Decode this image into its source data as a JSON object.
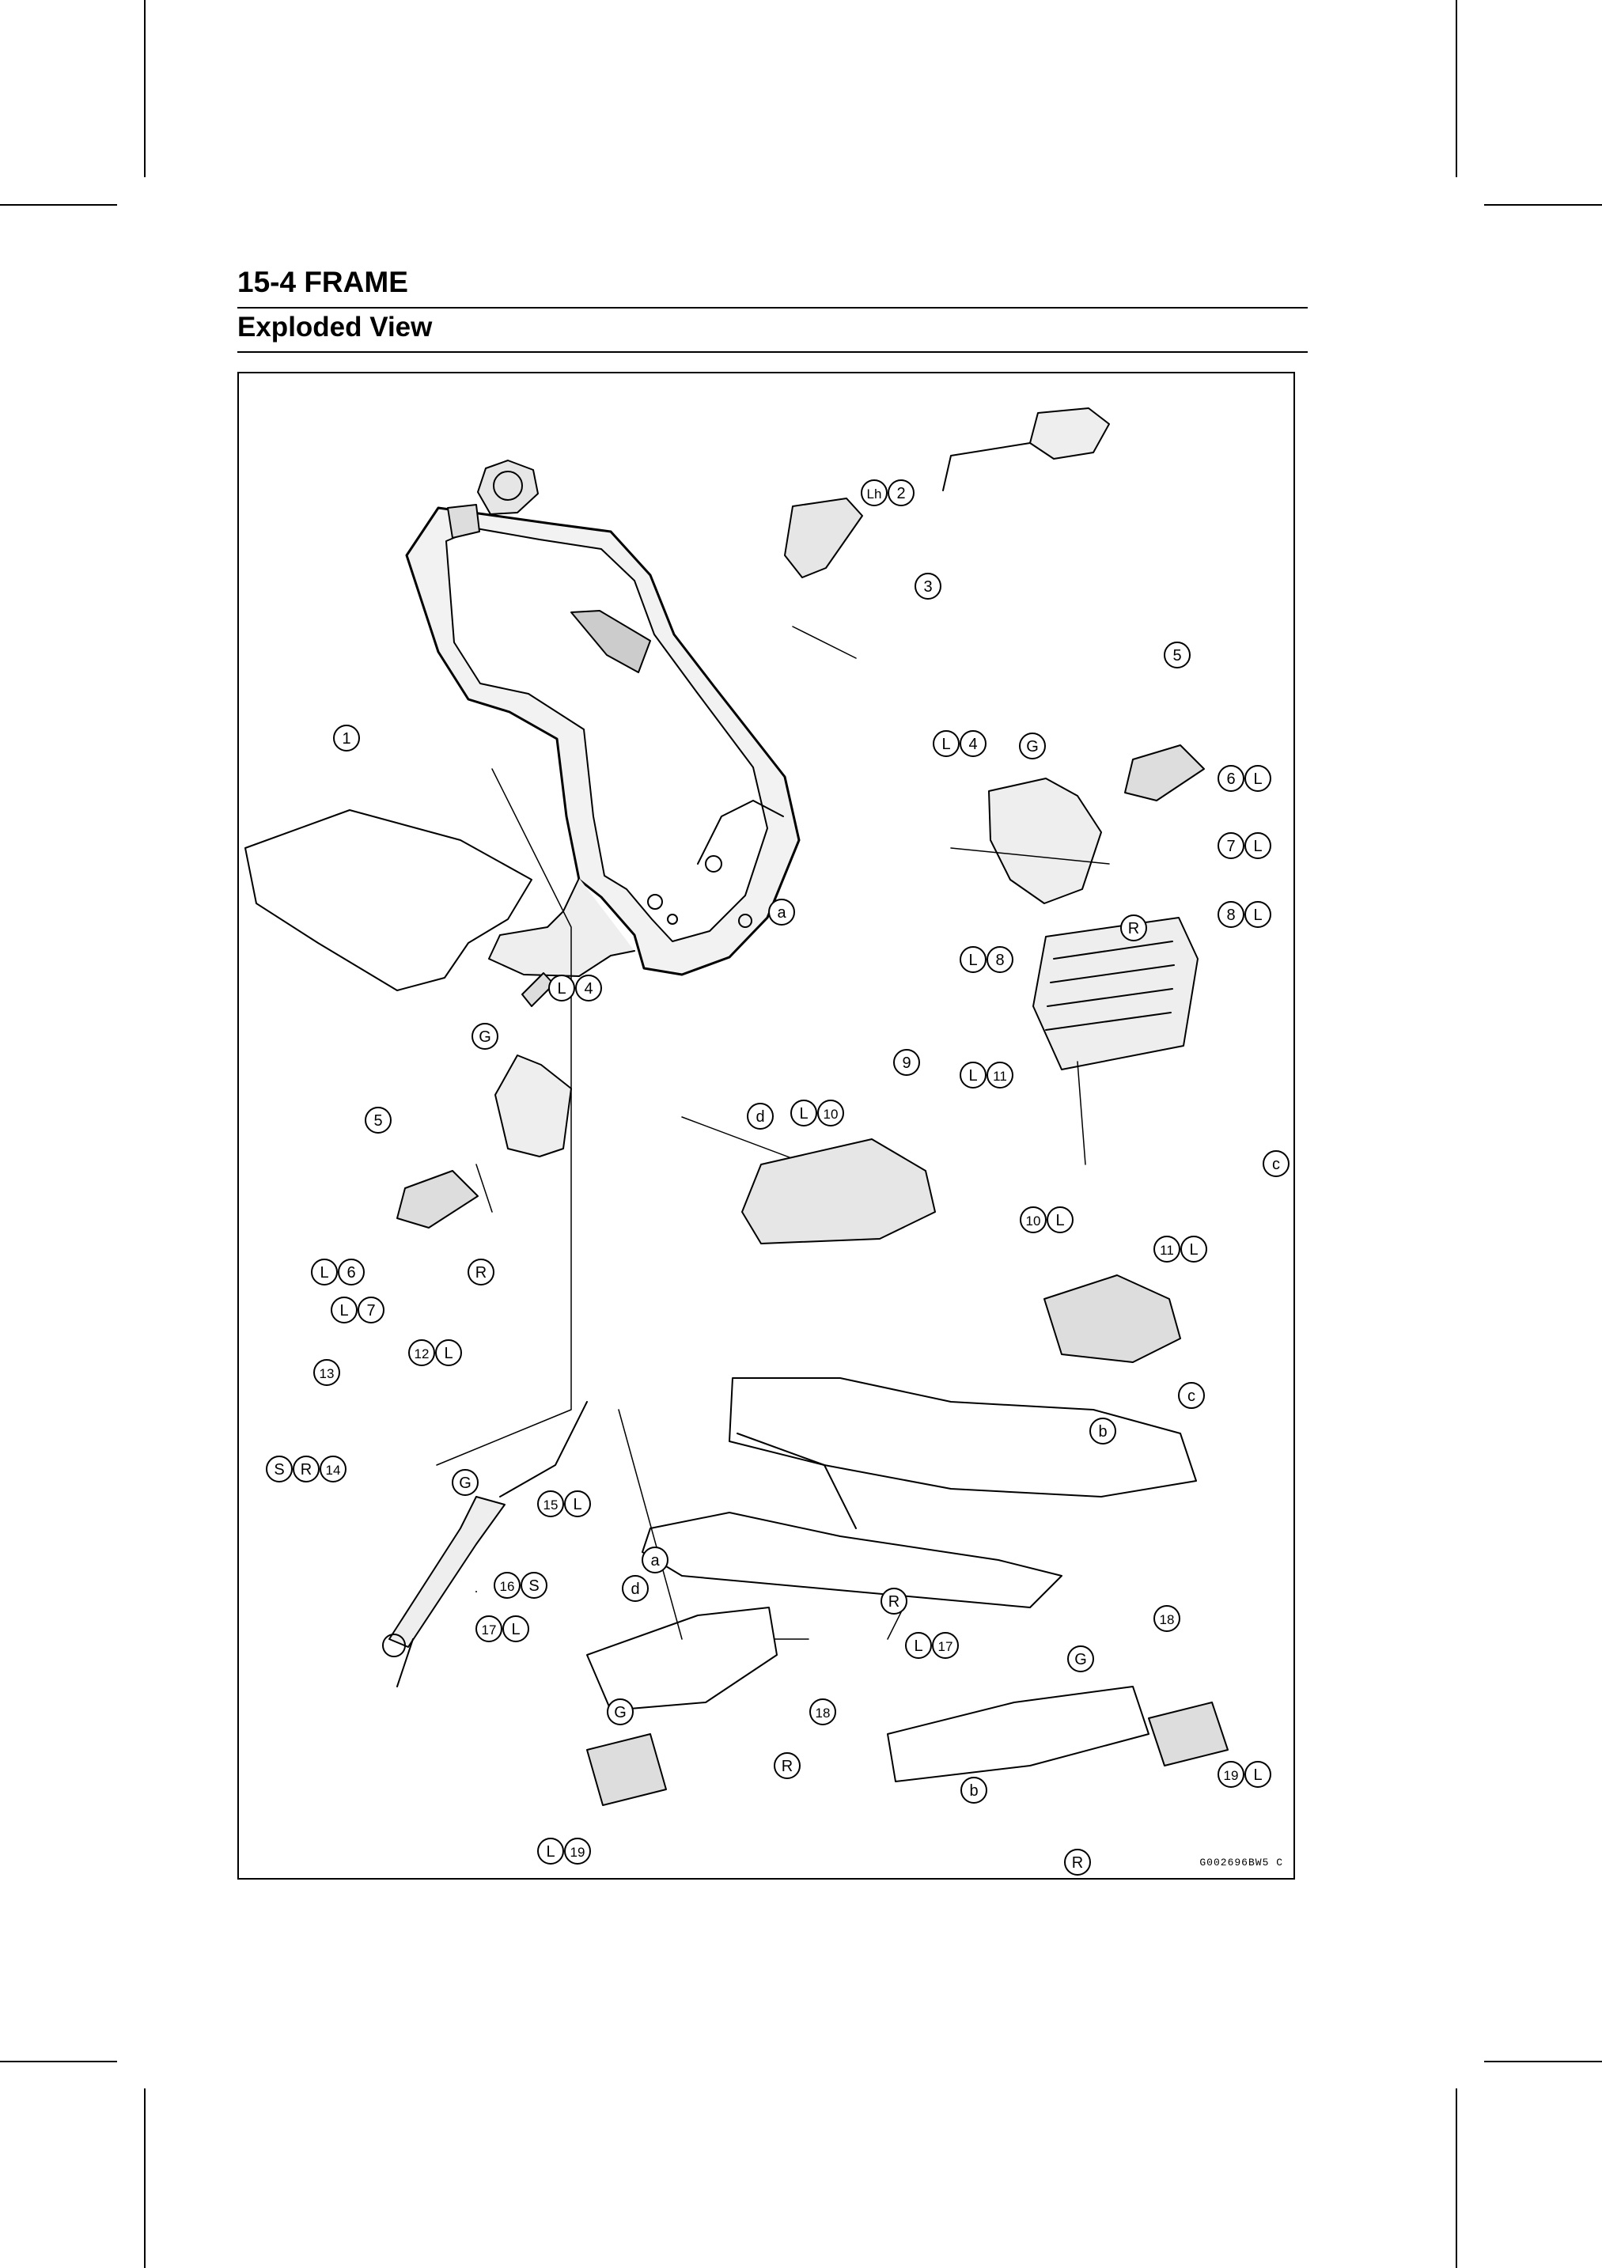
{
  "page": {
    "section_title": "15-4 FRAME",
    "subtitle": "Exploded View"
  },
  "figure": {
    "code": "G002696BW5 C",
    "callouts": [
      {
        "id": "c1",
        "codes": [
          "1"
        ]
      },
      {
        "id": "c2",
        "codes": [
          "Lh",
          "2"
        ]
      },
      {
        "id": "c3",
        "codes": [
          "3"
        ]
      },
      {
        "id": "c4",
        "codes": [
          "5"
        ]
      },
      {
        "id": "c5",
        "codes": [
          "L",
          "4"
        ]
      },
      {
        "id": "c6",
        "codes": [
          "G"
        ]
      },
      {
        "id": "c7",
        "codes": [
          "6",
          "L"
        ]
      },
      {
        "id": "c8",
        "codes": [
          "7",
          "L"
        ]
      },
      {
        "id": "c9",
        "codes": [
          "R"
        ]
      },
      {
        "id": "c10",
        "codes": [
          "8",
          "L"
        ]
      },
      {
        "id": "c11",
        "codes": [
          "L",
          "8"
        ]
      },
      {
        "id": "c12",
        "codes": [
          "a"
        ]
      },
      {
        "id": "c13",
        "codes": [
          "L",
          "4"
        ]
      },
      {
        "id": "c14",
        "codes": [
          "G"
        ]
      },
      {
        "id": "c15",
        "codes": [
          "9"
        ]
      },
      {
        "id": "c16",
        "codes": [
          "d"
        ]
      },
      {
        "id": "c17",
        "codes": [
          "L",
          "11"
        ]
      },
      {
        "id": "c18",
        "codes": [
          "L",
          "10"
        ]
      },
      {
        "id": "c19",
        "codes": [
          "5"
        ]
      },
      {
        "id": "c20",
        "codes": [
          "c"
        ]
      },
      {
        "id": "c21",
        "codes": [
          "11",
          "L"
        ]
      },
      {
        "id": "c22",
        "codes": [
          "L",
          "6"
        ]
      },
      {
        "id": "c23",
        "codes": [
          "R"
        ]
      },
      {
        "id": "c24",
        "codes": [
          "L",
          "7"
        ]
      },
      {
        "id": "c25",
        "codes": [
          "10",
          "L"
        ]
      },
      {
        "id": "c26",
        "codes": [
          "12",
          "L"
        ]
      },
      {
        "id": "c27",
        "codes": [
          "13"
        ]
      },
      {
        "id": "c28",
        "codes": [
          "c"
        ]
      },
      {
        "id": "c29",
        "codes": [
          "b"
        ]
      },
      {
        "id": "c30",
        "codes": [
          "G"
        ]
      },
      {
        "id": "c31",
        "codes": [
          "S",
          "R",
          "14"
        ]
      },
      {
        "id": "c32",
        "codes": [
          "15",
          "L"
        ]
      },
      {
        "id": "c33",
        "codes": [
          "a"
        ]
      },
      {
        "id": "c34",
        "codes": [
          "16",
          "S"
        ]
      },
      {
        "id": "c35",
        "codes": [
          "d"
        ]
      },
      {
        "id": "c36",
        "codes": [
          "R"
        ]
      },
      {
        "id": "c37",
        "codes": [
          "17",
          "L"
        ]
      },
      {
        "id": "c38",
        "codes": [
          "18"
        ]
      },
      {
        "id": "c39",
        "codes": [
          "L",
          "17"
        ]
      },
      {
        "id": "c40",
        "codes": [
          "G"
        ]
      },
      {
        "id": "c41",
        "codes": [
          "G"
        ]
      },
      {
        "id": "c42",
        "codes": [
          "18"
        ]
      },
      {
        "id": "c43",
        "codes": [
          "R"
        ]
      },
      {
        "id": "c44",
        "codes": [
          "19",
          "L"
        ]
      },
      {
        "id": "c45",
        "codes": [
          "b"
        ]
      },
      {
        "id": "c46",
        "codes": [
          "L",
          "19"
        ]
      },
      {
        "id": "c47",
        "codes": [
          "R"
        ]
      }
    ]
  }
}
